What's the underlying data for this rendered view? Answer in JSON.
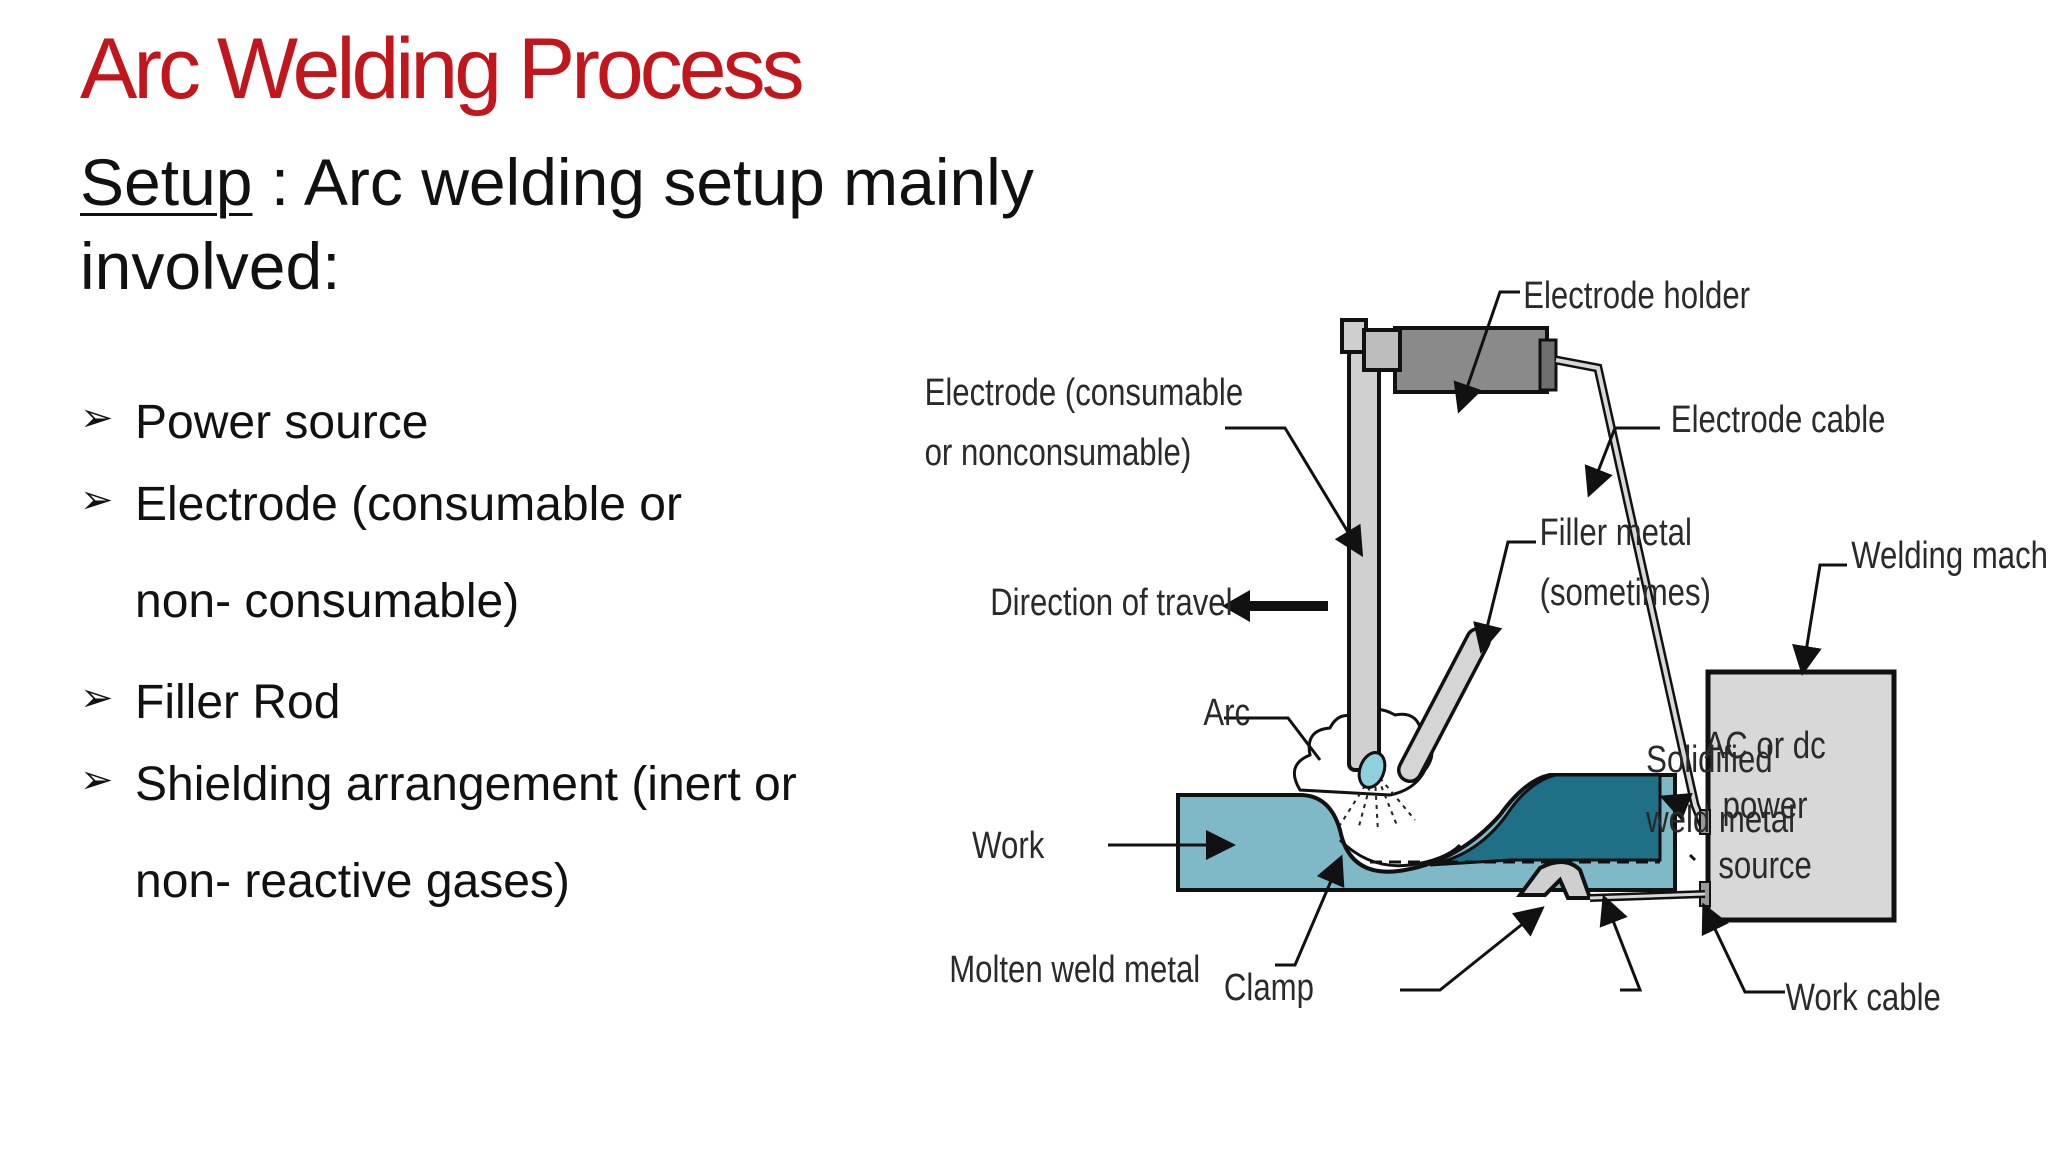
{
  "slide": {
    "title": "Arc Welding Process",
    "subtitle_underlined": "Setup",
    "subtitle_rest": " : Arc welding setup mainly involved:",
    "bullet_glyph": "➢",
    "bullets": [
      {
        "line1": "Power source",
        "line2": ""
      },
      {
        "line1": "Electrode (consumable or",
        "line2": "non-  consumable)"
      },
      {
        "line1": "Filler Rod",
        "line2": ""
      },
      {
        "line1": "Shielding arrangement   (inert or",
        "line2": "non-  reactive gases)"
      }
    ]
  },
  "diagram": {
    "labels": {
      "electrode_holder": "Electrode holder",
      "electrode_1": "Electrode (consumable",
      "electrode_2": "or nonconsumable)",
      "electrode_cable": "Electrode cable",
      "filler_1": "Filler metal",
      "filler_2": "(sometimes)",
      "welding_machine": "Welding machine",
      "direction": "Direction of travel",
      "arc": "Arc",
      "solid_1": "Solidified",
      "solid_2": "weld metal",
      "power_1": "AC or dc",
      "power_2": "power",
      "power_3": "source",
      "work": "Work",
      "molten": "Molten weld metal",
      "clamp": "Clamp",
      "work_cable": "Work cable"
    },
    "colors": {
      "work_piece": "#7fb8c6",
      "weld_dark": "#1f6f86",
      "machine_fill": "#d8d8d8",
      "holder_fill": "#8a8a8a",
      "title_red": "#c0161c"
    }
  }
}
